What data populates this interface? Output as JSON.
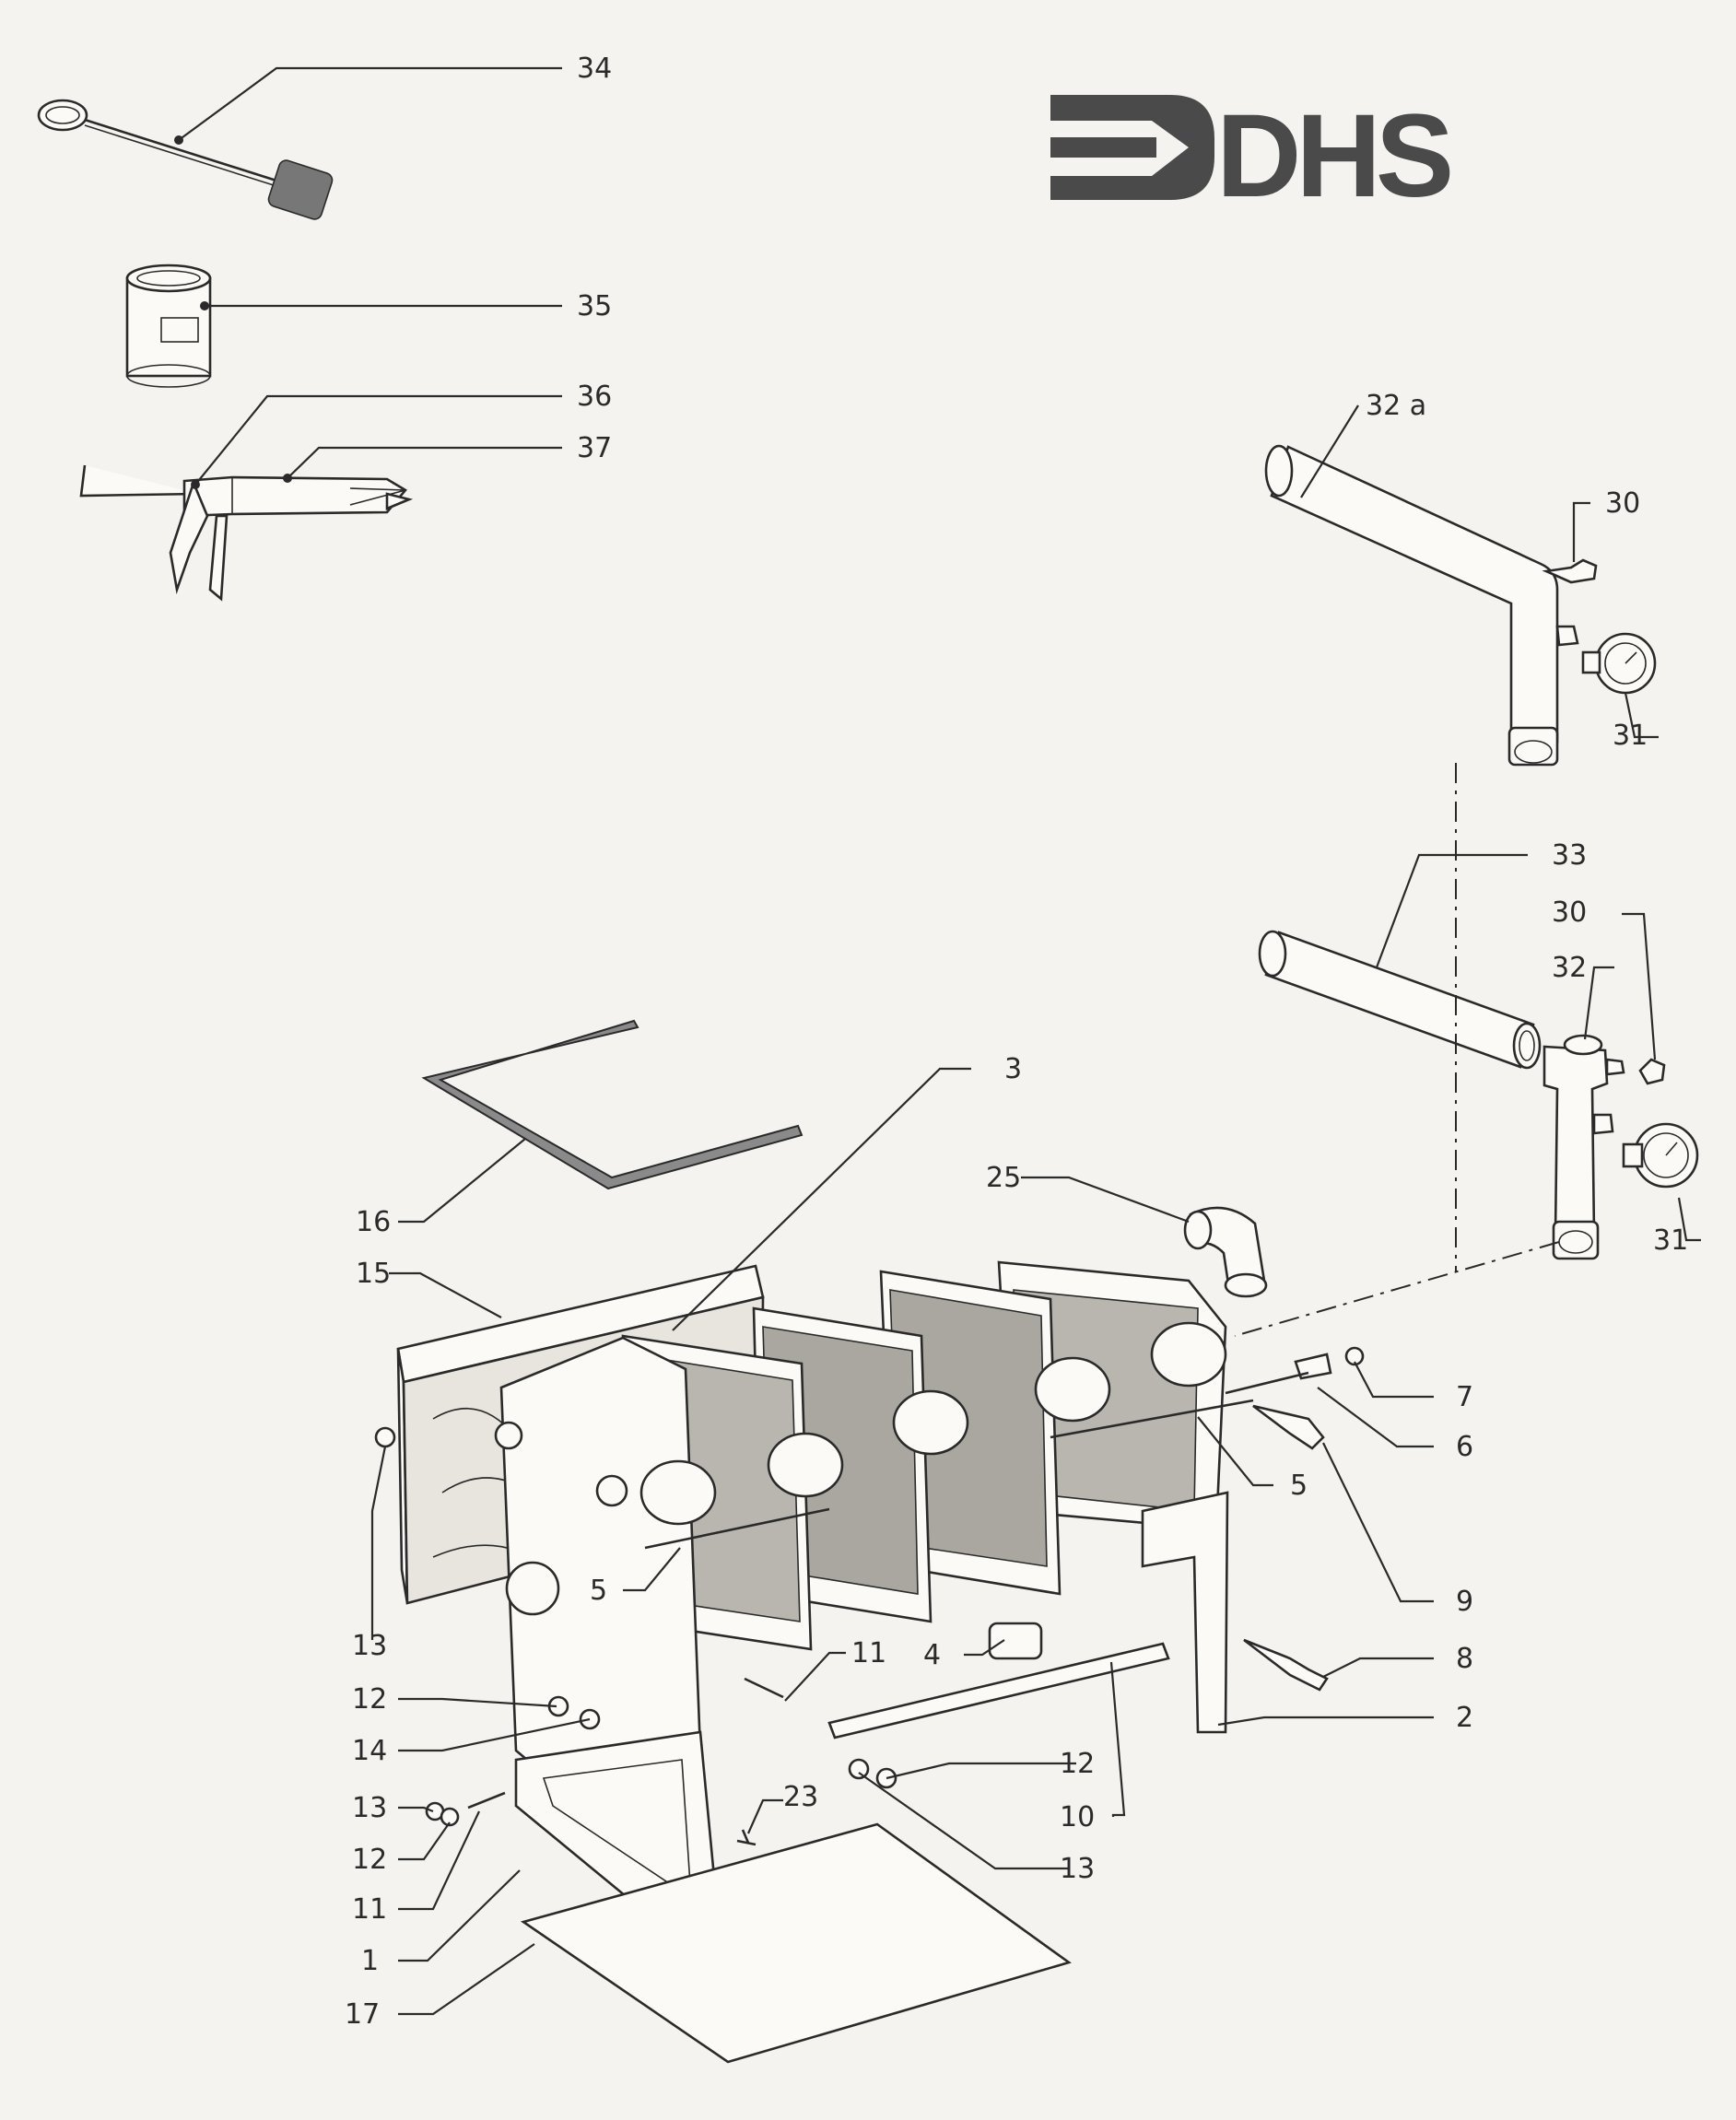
{
  "logo": {
    "text": "DHS",
    "color": "#4a4a4a"
  },
  "callouts": [
    {
      "id": "34",
      "text": "34"
    },
    {
      "id": "35",
      "text": "35"
    },
    {
      "id": "36",
      "text": "36"
    },
    {
      "id": "37",
      "text": "37"
    },
    {
      "id": "32a",
      "text": "32 a"
    },
    {
      "id": "30a",
      "text": "30"
    },
    {
      "id": "31a",
      "text": "31"
    },
    {
      "id": "33",
      "text": "33"
    },
    {
      "id": "30b",
      "text": "30"
    },
    {
      "id": "32",
      "text": "32"
    },
    {
      "id": "31b",
      "text": "31"
    },
    {
      "id": "3",
      "text": "3"
    },
    {
      "id": "25",
      "text": "25"
    },
    {
      "id": "16",
      "text": "16"
    },
    {
      "id": "15",
      "text": "15"
    },
    {
      "id": "7",
      "text": "7"
    },
    {
      "id": "6",
      "text": "6"
    },
    {
      "id": "5a",
      "text": "5"
    },
    {
      "id": "5b",
      "text": "5"
    },
    {
      "id": "9",
      "text": "9"
    },
    {
      "id": "13a",
      "text": "13"
    },
    {
      "id": "11a",
      "text": "11"
    },
    {
      "id": "4",
      "text": "4"
    },
    {
      "id": "8",
      "text": "8"
    },
    {
      "id": "2",
      "text": "2"
    },
    {
      "id": "12a",
      "text": "12"
    },
    {
      "id": "14",
      "text": "14"
    },
    {
      "id": "12b",
      "text": "12"
    },
    {
      "id": "23",
      "text": "23"
    },
    {
      "id": "10",
      "text": "10"
    },
    {
      "id": "13b",
      "text": "13"
    },
    {
      "id": "12c",
      "text": "12"
    },
    {
      "id": "11b",
      "text": "11"
    },
    {
      "id": "1",
      "text": "1"
    },
    {
      "id": "13c",
      "text": "13"
    },
    {
      "id": "17",
      "text": "17"
    }
  ]
}
